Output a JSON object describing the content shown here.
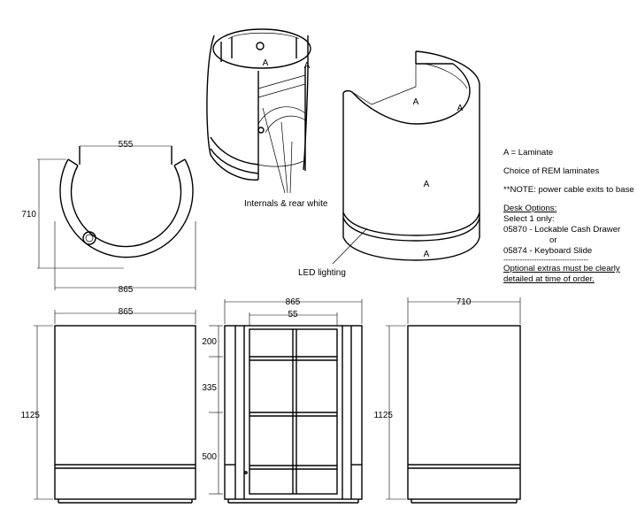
{
  "plan_view": {
    "top_dim": "555",
    "side_dim": "710",
    "bottom_dim": "865"
  },
  "iso_small": {
    "label_top": "A",
    "label_edge": "A",
    "callout": "Internals & rear white"
  },
  "iso_large": {
    "label_top": "A",
    "label_edge": "A",
    "label_front": "A",
    "label_base": "A",
    "callout": "LED lighting"
  },
  "notes": {
    "laminate": "A = Laminate",
    "choice": "Choice of REM laminates",
    "power_note": "**NOTE: power cable exits to base",
    "desk_options_title": "Desk Options:",
    "select": "Select 1 only:",
    "option1": "05870 - Lockable Cash Drawer",
    "or": "or",
    "option2": "05874 - Keyboard Slide",
    "rule": "------------------------------------",
    "optional1": "Optional extras must be clearly",
    "optional2": "detailed at time of order."
  },
  "front_view": {
    "width_dim": "865",
    "height_dim": "1125"
  },
  "rear_view": {
    "width_dim": "865",
    "inner_dim": "55",
    "dim1": "200",
    "dim2": "335",
    "dim3": "500"
  },
  "side_view": {
    "width_dim": "710",
    "height_dim": "1125"
  }
}
